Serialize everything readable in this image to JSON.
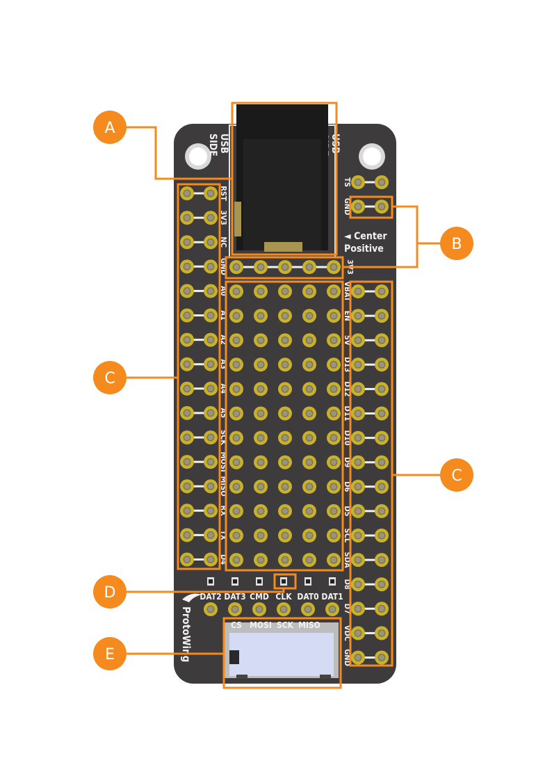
{
  "board": {
    "usb_side_left": "USB\nSIDE",
    "usb_side_right": "USB\nSIDE",
    "center_positive_line1": "◄ Center",
    "center_positive_line2": "Positive",
    "brand": "ProtoWing",
    "left_pin_labels": [
      "RST",
      "3V3",
      "NC",
      "GND",
      "A0",
      "A1",
      "A2",
      "A3",
      "A4",
      "A5",
      "SCK",
      "MOSI",
      "MISO",
      "RX",
      "TX",
      "D4"
    ],
    "right_pin_labels": [
      "VBAT",
      "EN",
      "5V",
      "D13",
      "D12",
      "D11",
      "D10",
      "D9",
      "D6",
      "D5",
      "SCL",
      "SDA"
    ],
    "right_bottom_labels": [
      "D8",
      "D7",
      "VDC",
      "GND"
    ],
    "top_right_labels": [
      "TS",
      "GND"
    ],
    "rail_label": "3V3",
    "sd_labels": [
      "DAT2",
      "DAT3",
      "CMD",
      "CLK",
      "DAT0",
      "DAT1"
    ],
    "spi_labels": [
      "CS",
      "MOSI",
      "SCK",
      "MISO"
    ]
  },
  "callouts": [
    {
      "letter": "A",
      "target": "dc barrel jack"
    },
    {
      "letter": "B",
      "target": "power rails"
    },
    {
      "letter": "C",
      "target": "left header"
    },
    {
      "letter": "C",
      "target": "right header"
    },
    {
      "letter": "D",
      "target": "sd card pads"
    },
    {
      "letter": "E",
      "target": "microSD slot"
    }
  ],
  "colors": {
    "accent": "#f58a1f",
    "pcb": "#3a3838",
    "pad_gold": "#c9b22a",
    "pad_hole": "#6d6a5a",
    "sd_card": "#d6dbf5"
  }
}
